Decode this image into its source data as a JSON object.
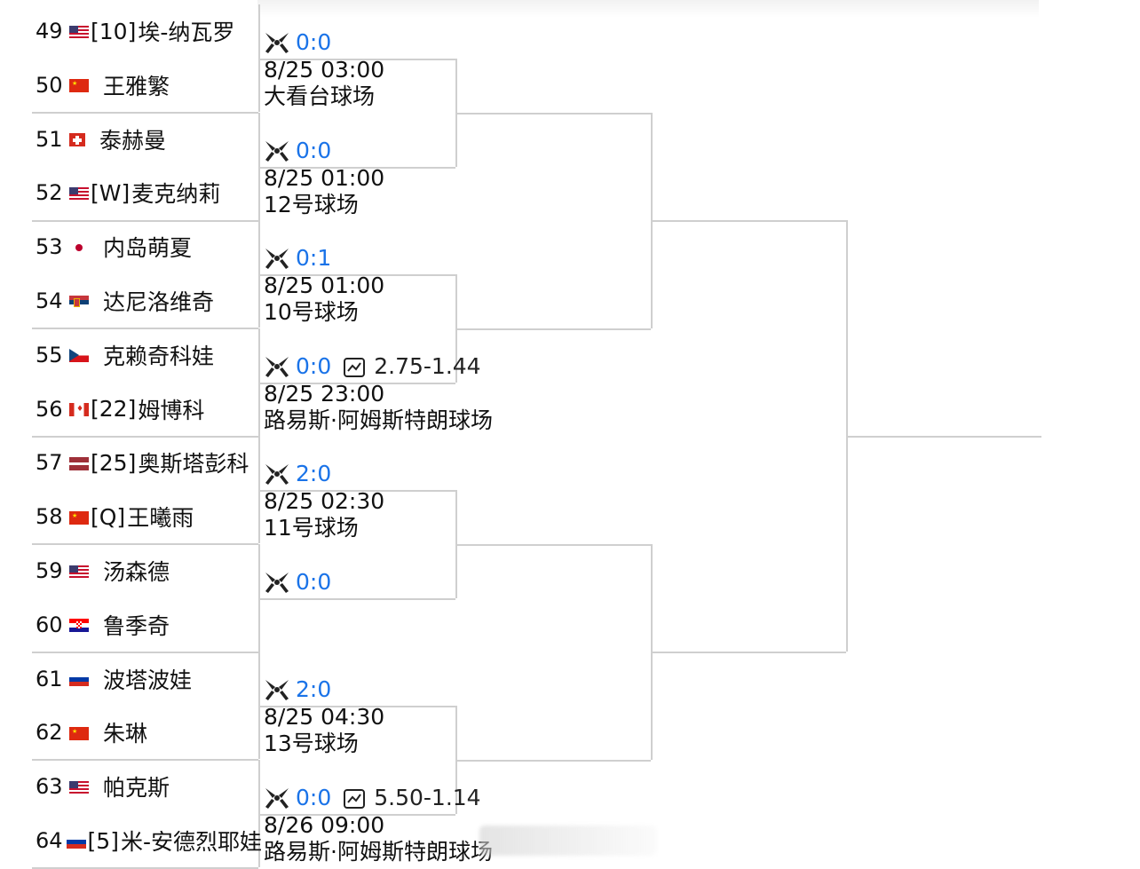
{
  "players": [
    {
      "num": "49",
      "flag": "us",
      "seed": "[10]",
      "name": "埃-纳瓦罗"
    },
    {
      "num": "50",
      "flag": "cn",
      "seed": "",
      "name": "王雅繁"
    },
    {
      "num": "51",
      "flag": "ch",
      "seed": "",
      "name": "泰赫曼"
    },
    {
      "num": "52",
      "flag": "us",
      "seed": "[W]",
      "name": "麦克纳莉"
    },
    {
      "num": "53",
      "flag": "jp",
      "seed": "",
      "name": "内岛萌夏"
    },
    {
      "num": "54",
      "flag": "rs",
      "seed": "",
      "name": "达尼洛维奇"
    },
    {
      "num": "55",
      "flag": "cz",
      "seed": "",
      "name": "克赖奇科娃"
    },
    {
      "num": "56",
      "flag": "ca",
      "seed": "[22]",
      "name": "姆博科"
    },
    {
      "num": "57",
      "flag": "lv",
      "seed": "[25]",
      "name": "奥斯塔彭科"
    },
    {
      "num": "58",
      "flag": "cn",
      "seed": "[Q]",
      "name": "王曦雨"
    },
    {
      "num": "59",
      "flag": "us",
      "seed": "",
      "name": "汤森德"
    },
    {
      "num": "60",
      "flag": "hr",
      "seed": "",
      "name": "鲁季奇"
    },
    {
      "num": "61",
      "flag": "ru",
      "seed": "",
      "name": "波塔波娃"
    },
    {
      "num": "62",
      "flag": "cn",
      "seed": "",
      "name": "朱琳"
    },
    {
      "num": "63",
      "flag": "us",
      "seed": "",
      "name": "帕克斯"
    },
    {
      "num": "64",
      "flag": "ru",
      "seed": "[5]",
      "name": "米-安德烈耶娃"
    }
  ],
  "matches": [
    {
      "score": "0:0",
      "time": "8/25 03:00",
      "venue": "大看台球场",
      "odds": ""
    },
    {
      "score": "0:0",
      "time": "8/25 01:00",
      "venue": "12号球场",
      "odds": ""
    },
    {
      "score": "0:1",
      "time": "8/25 01:00",
      "venue": "10号球场",
      "odds": ""
    },
    {
      "score": "0:0",
      "time": "8/25 23:00",
      "venue": "路易斯·阿姆斯特朗球场",
      "odds": "2.75-1.44"
    },
    {
      "score": "2:0",
      "time": "8/25 02:30",
      "venue": "11号球场",
      "odds": ""
    },
    {
      "score": "0:0",
      "time": "",
      "venue": "",
      "odds": ""
    },
    {
      "score": "2:0",
      "time": "8/25 04:30",
      "venue": "13号球场",
      "odds": ""
    },
    {
      "score": "0:0",
      "time": "8/26 09:00",
      "venue": "路易斯·阿姆斯特朗球场",
      "odds": "5.50-1.14"
    }
  ],
  "icons": {
    "match": "crossed-rackets-icon",
    "odds": "line-chart-icon"
  },
  "colors": {
    "score": "#1a73e8",
    "lines": "#cfcfcf"
  }
}
